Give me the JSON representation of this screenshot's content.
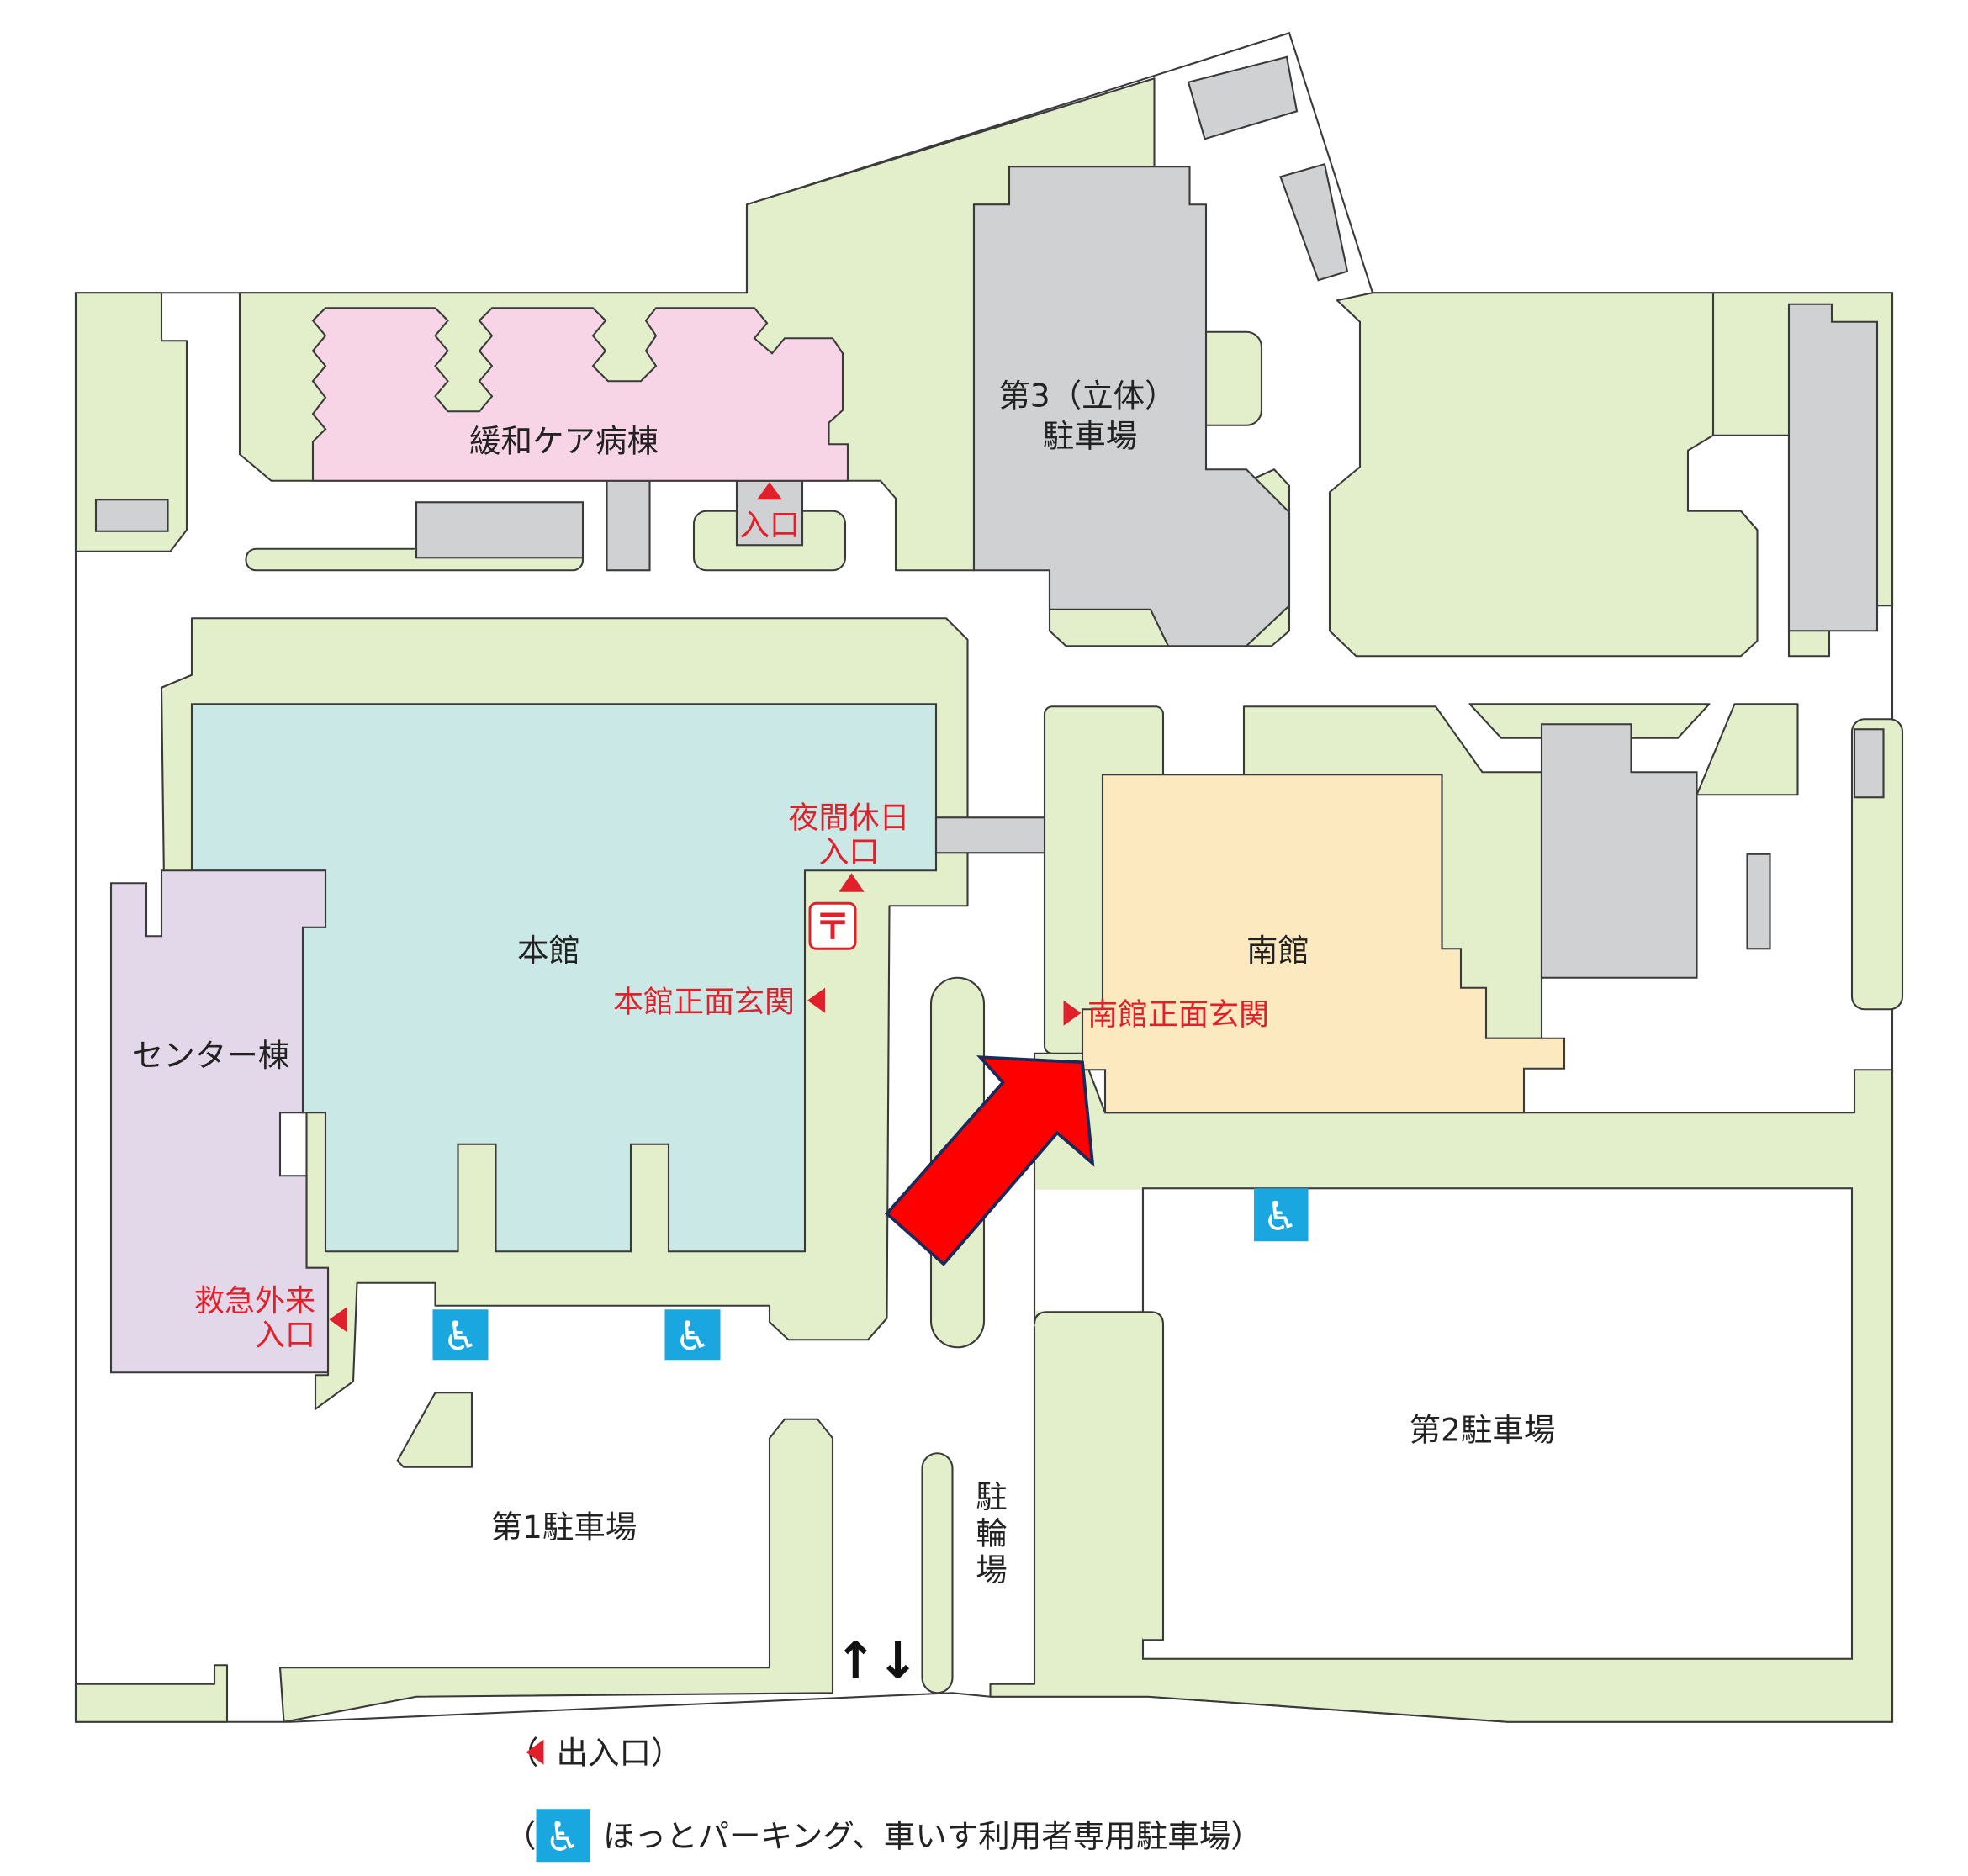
{
  "buildings": {
    "palliative": "緩和ケア病棟",
    "palliative_entrance": "入口",
    "parking3_line1": "第3（立体）",
    "parking3_line2": "駐車場",
    "main": "本館",
    "night_line1": "夜間休日",
    "night_line2": "入口",
    "main_entrance": "本館正面玄関",
    "south": "南館",
    "south_entrance": "南館正面玄関",
    "center": "センター棟",
    "er_line1": "救急外来",
    "er_line2": "入口",
    "parking2": "第2駐車場",
    "parking1": "第1駐車場",
    "bicycle": [
      "駐",
      "輪",
      "場"
    ],
    "two_way": "↑↓",
    "post": "〒"
  },
  "legend": {
    "entrance_open": "（",
    "entrance": "出入口）",
    "wheelchair_open": "（",
    "wheelchair": "ほっとパーキング、車いす利用者専用駐車場）"
  },
  "icons": {
    "wheelchair": "♿"
  },
  "colors": {
    "entrance_marker": "#e0202a",
    "wheelchair": "#1aa6df",
    "arrow": "#ff0000"
  }
}
